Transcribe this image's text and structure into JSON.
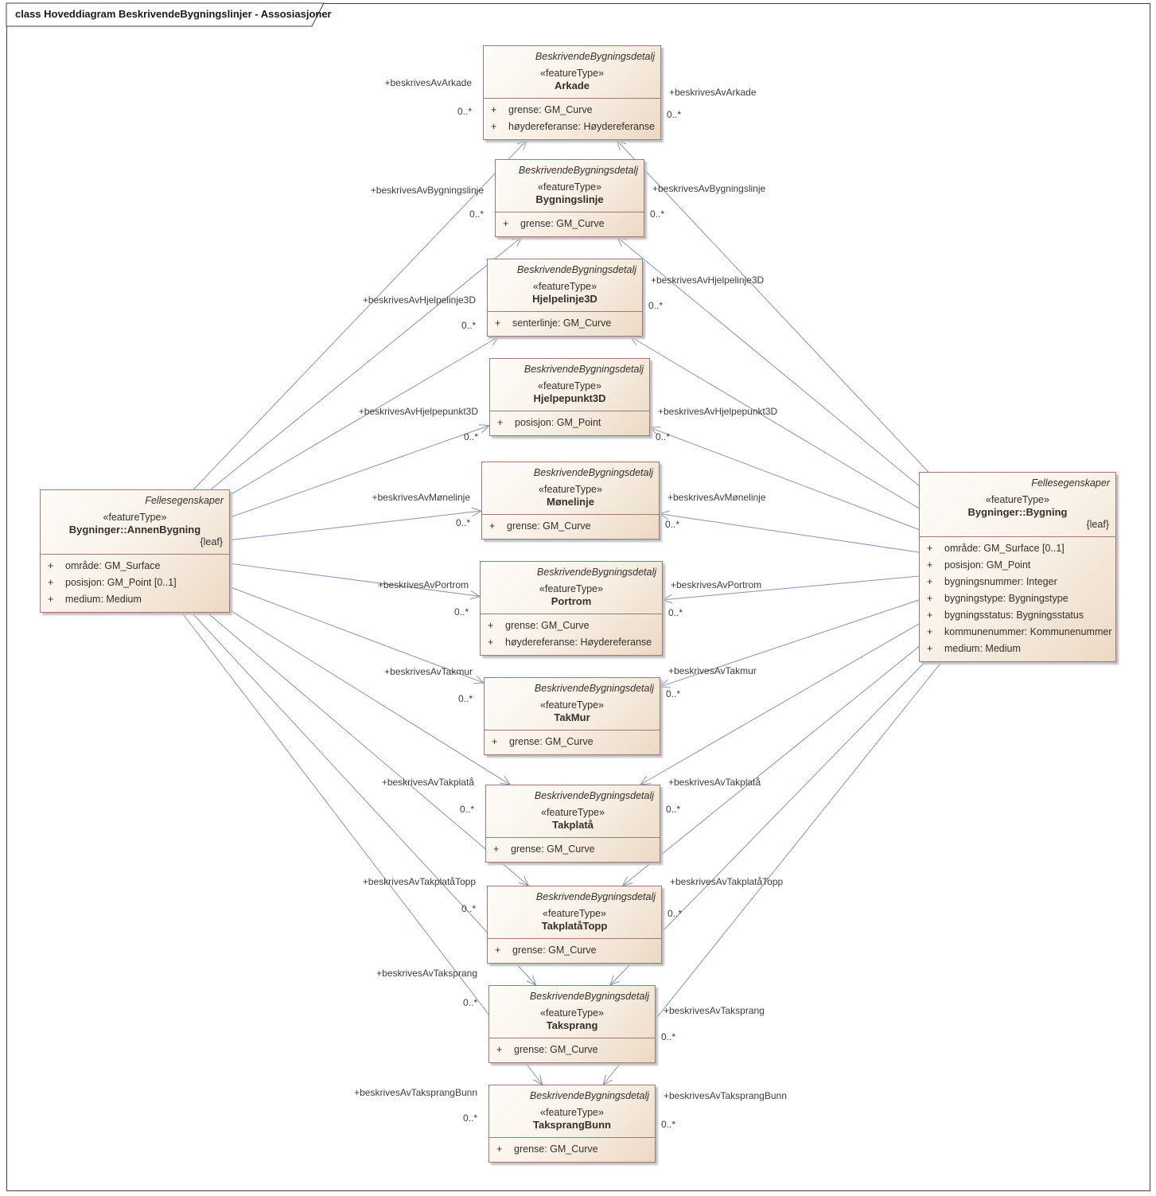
{
  "diagram": {
    "title": "class Hoveddiagram BeskrivendeBygningslinjer - Assosiasjoner"
  },
  "colors": {
    "box_border": "#9b7b78",
    "box_fill_light": "#fefcf9",
    "box_fill_dark": "#ecd9c4",
    "edge_line": "#8594b1",
    "label_text": "#3c3c3c"
  },
  "source_classes": {
    "left": {
      "parent": "Fellesegenskaper",
      "stereotype": "«featureType»",
      "name": "Bygninger::AnnenBygning",
      "constraint": "{leaf}",
      "attributes": [
        {
          "vis": "+",
          "text": "område: GM_Surface"
        },
        {
          "vis": "+",
          "text": "posisjon: GM_Point [0..1]"
        },
        {
          "vis": "+",
          "text": "medium: Medium"
        }
      ]
    },
    "right": {
      "parent": "Fellesegenskaper",
      "stereotype": "«featureType»",
      "name": "Bygninger::Bygning",
      "constraint": "{leaf}",
      "attributes": [
        {
          "vis": "+",
          "text": "område: GM_Surface [0..1]"
        },
        {
          "vis": "+",
          "text": "posisjon: GM_Point"
        },
        {
          "vis": "+",
          "text": "bygningsnummer: Integer"
        },
        {
          "vis": "+",
          "text": "bygningstype: Bygningstype"
        },
        {
          "vis": "+",
          "text": "bygningsstatus: Bygningsstatus"
        },
        {
          "vis": "+",
          "text": "kommunenummer: Kommunenummer"
        },
        {
          "vis": "+",
          "text": "medium: Medium"
        }
      ]
    }
  },
  "detail_classes": [
    {
      "parent": "BeskrivendeBygningsdetalj",
      "stereotype": "«featureType»",
      "name": "Arkade",
      "attributes": [
        {
          "vis": "+",
          "text": "grense: GM_Curve"
        },
        {
          "vis": "+",
          "text": "høydereferanse: Høydereferanse"
        }
      ]
    },
    {
      "parent": "BeskrivendeBygningsdetalj",
      "stereotype": "«featureType»",
      "name": "Bygningslinje",
      "attributes": [
        {
          "vis": "+",
          "text": "grense: GM_Curve"
        }
      ]
    },
    {
      "parent": "BeskrivendeBygningsdetalj",
      "stereotype": "«featureType»",
      "name": "Hjelpelinje3D",
      "attributes": [
        {
          "vis": "+",
          "text": "senterlinje: GM_Curve"
        }
      ]
    },
    {
      "parent": "BeskrivendeBygningsdetalj",
      "stereotype": "«featureType»",
      "name": "Hjelpepunkt3D",
      "attributes": [
        {
          "vis": "+",
          "text": "posisjon: GM_Point"
        }
      ]
    },
    {
      "parent": "BeskrivendeBygningsdetalj",
      "stereotype": "«featureType»",
      "name": "Mønelinje",
      "attributes": [
        {
          "vis": "+",
          "text": "grense: GM_Curve"
        }
      ]
    },
    {
      "parent": "BeskrivendeBygningsdetalj",
      "stereotype": "«featureType»",
      "name": "Portrom",
      "attributes": [
        {
          "vis": "+",
          "text": "grense: GM_Curve"
        },
        {
          "vis": "+",
          "text": "høydereferanse: Høydereferanse"
        }
      ]
    },
    {
      "parent": "BeskrivendeBygningsdetalj",
      "stereotype": "«featureType»",
      "name": "TakMur",
      "attributes": [
        {
          "vis": "+",
          "text": "grense: GM_Curve"
        }
      ]
    },
    {
      "parent": "BeskrivendeBygningsdetalj",
      "stereotype": "«featureType»",
      "name": "Takplatå",
      "attributes": [
        {
          "vis": "+",
          "text": "grense: GM_Curve"
        }
      ]
    },
    {
      "parent": "BeskrivendeBygningsdetalj",
      "stereotype": "«featureType»",
      "name": "TakplatåTopp",
      "attributes": [
        {
          "vis": "+",
          "text": "grense: GM_Curve"
        }
      ]
    },
    {
      "parent": "BeskrivendeBygningsdetalj",
      "stereotype": "«featureType»",
      "name": "Taksprang",
      "attributes": [
        {
          "vis": "+",
          "text": "grense: GM_Curve"
        }
      ]
    },
    {
      "parent": "BeskrivendeBygningsdetalj",
      "stereotype": "«featureType»",
      "name": "TaksprangBunn",
      "attributes": [
        {
          "vis": "+",
          "text": "grense: GM_Curve"
        }
      ]
    }
  ],
  "associations": [
    {
      "left_role": "+beskrivesAvArkade",
      "left_mult": "0..*",
      "right_role": "+beskrivesAvArkade",
      "right_mult": "0..*"
    },
    {
      "left_role": "+beskrivesAvBygningslinje",
      "left_mult": "0..*",
      "right_role": "+beskrivesAvBygningslinje",
      "right_mult": "0..*"
    },
    {
      "left_role": "+beskrivesAvHjelpelinje3D",
      "left_mult": "0..*",
      "right_role": "+beskrivesAvHjelpelinje3D",
      "right_mult": "0..*"
    },
    {
      "left_role": "+beskrivesAvHjelpepunkt3D",
      "left_mult": "0..*",
      "right_role": "+beskrivesAvHjelpepunkt3D",
      "right_mult": "0..*"
    },
    {
      "left_role": "+beskrivesAvMønelinje",
      "left_mult": "0..*",
      "right_role": "+beskrivesAvMønelinje",
      "right_mult": "0..*"
    },
    {
      "left_role": "+beskrivesAvPortrom",
      "left_mult": "0..*",
      "right_role": "+beskrivesAvPortrom",
      "right_mult": "0..*"
    },
    {
      "left_role": "+beskrivesAvTakmur",
      "left_mult": "0..*",
      "right_role": "+beskrivesAvTakmur",
      "right_mult": "0..*"
    },
    {
      "left_role": "+beskrivesAvTakplatå",
      "left_mult": "0..*",
      "right_role": "+beskrivesAvTakplatå",
      "right_mult": "0..*"
    },
    {
      "left_role": "+beskrivesAvTakplatåTopp",
      "left_mult": "0..*",
      "right_role": "+beskrivesAvTakplatåTopp",
      "right_mult": "0..*"
    },
    {
      "left_role": "+beskrivesAvTaksprang",
      "left_mult": "0..*",
      "right_role": "+beskrivesAvTaksprang",
      "right_mult": "0..*"
    },
    {
      "left_role": "+beskrivesAvTaksprangBunn",
      "left_mult": "0..*",
      "right_role": "+beskrivesAvTaksprangBunn",
      "right_mult": "0..*"
    }
  ]
}
